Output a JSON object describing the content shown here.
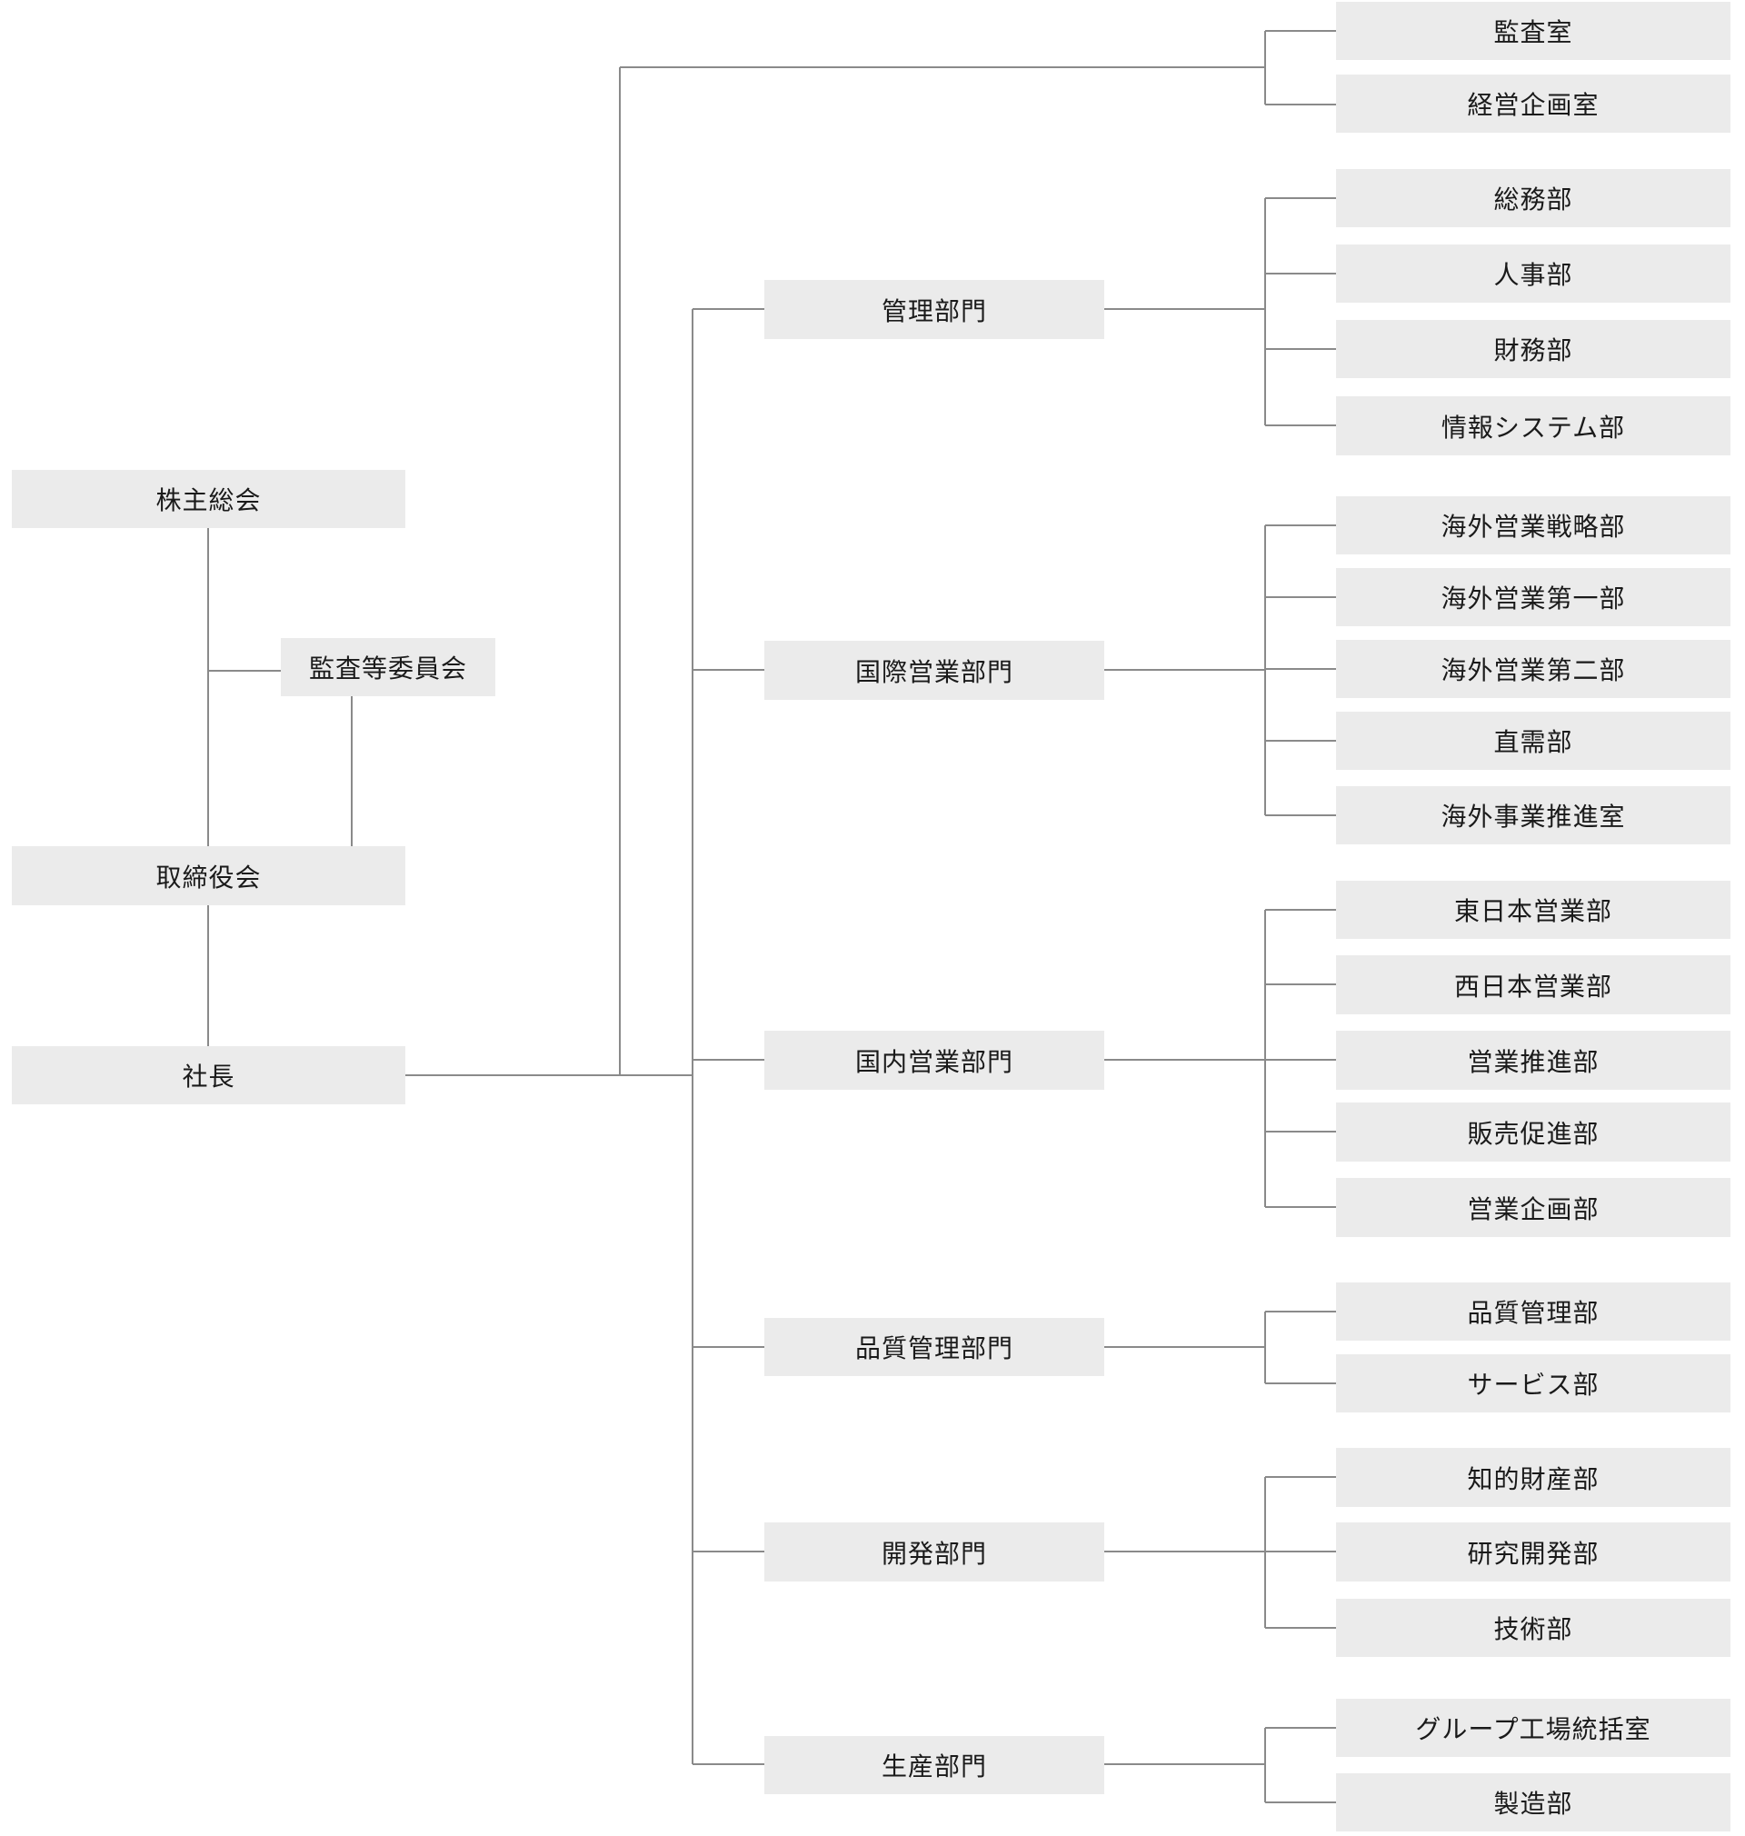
{
  "governance": {
    "shareholders": "株主総会",
    "audit_committee": "監査等委員会",
    "board": "取締役会",
    "president": "社長"
  },
  "direct_units": [
    "監査室",
    "経営企画室"
  ],
  "divisions": [
    {
      "name": "管理部門",
      "departments": [
        "総務部",
        "人事部",
        "財務部",
        "情報システム部"
      ]
    },
    {
      "name": "国際営業部門",
      "departments": [
        "海外営業戦略部",
        "海外営業第一部",
        "海外営業第二部",
        "直需部",
        "海外事業推進室"
      ]
    },
    {
      "name": "国内営業部門",
      "departments": [
        "東日本営業部",
        "西日本営業部",
        "営業推進部",
        "販売促進部",
        "営業企画部"
      ]
    },
    {
      "name": "品質管理部門",
      "departments": [
        "品質管理部",
        "サービス部"
      ]
    },
    {
      "name": "開発部門",
      "departments": [
        "知的財産部",
        "研究開発部",
        "技術部"
      ]
    },
    {
      "name": "生産部門",
      "departments": [
        "グループ工場統括室",
        "製造部"
      ]
    }
  ]
}
